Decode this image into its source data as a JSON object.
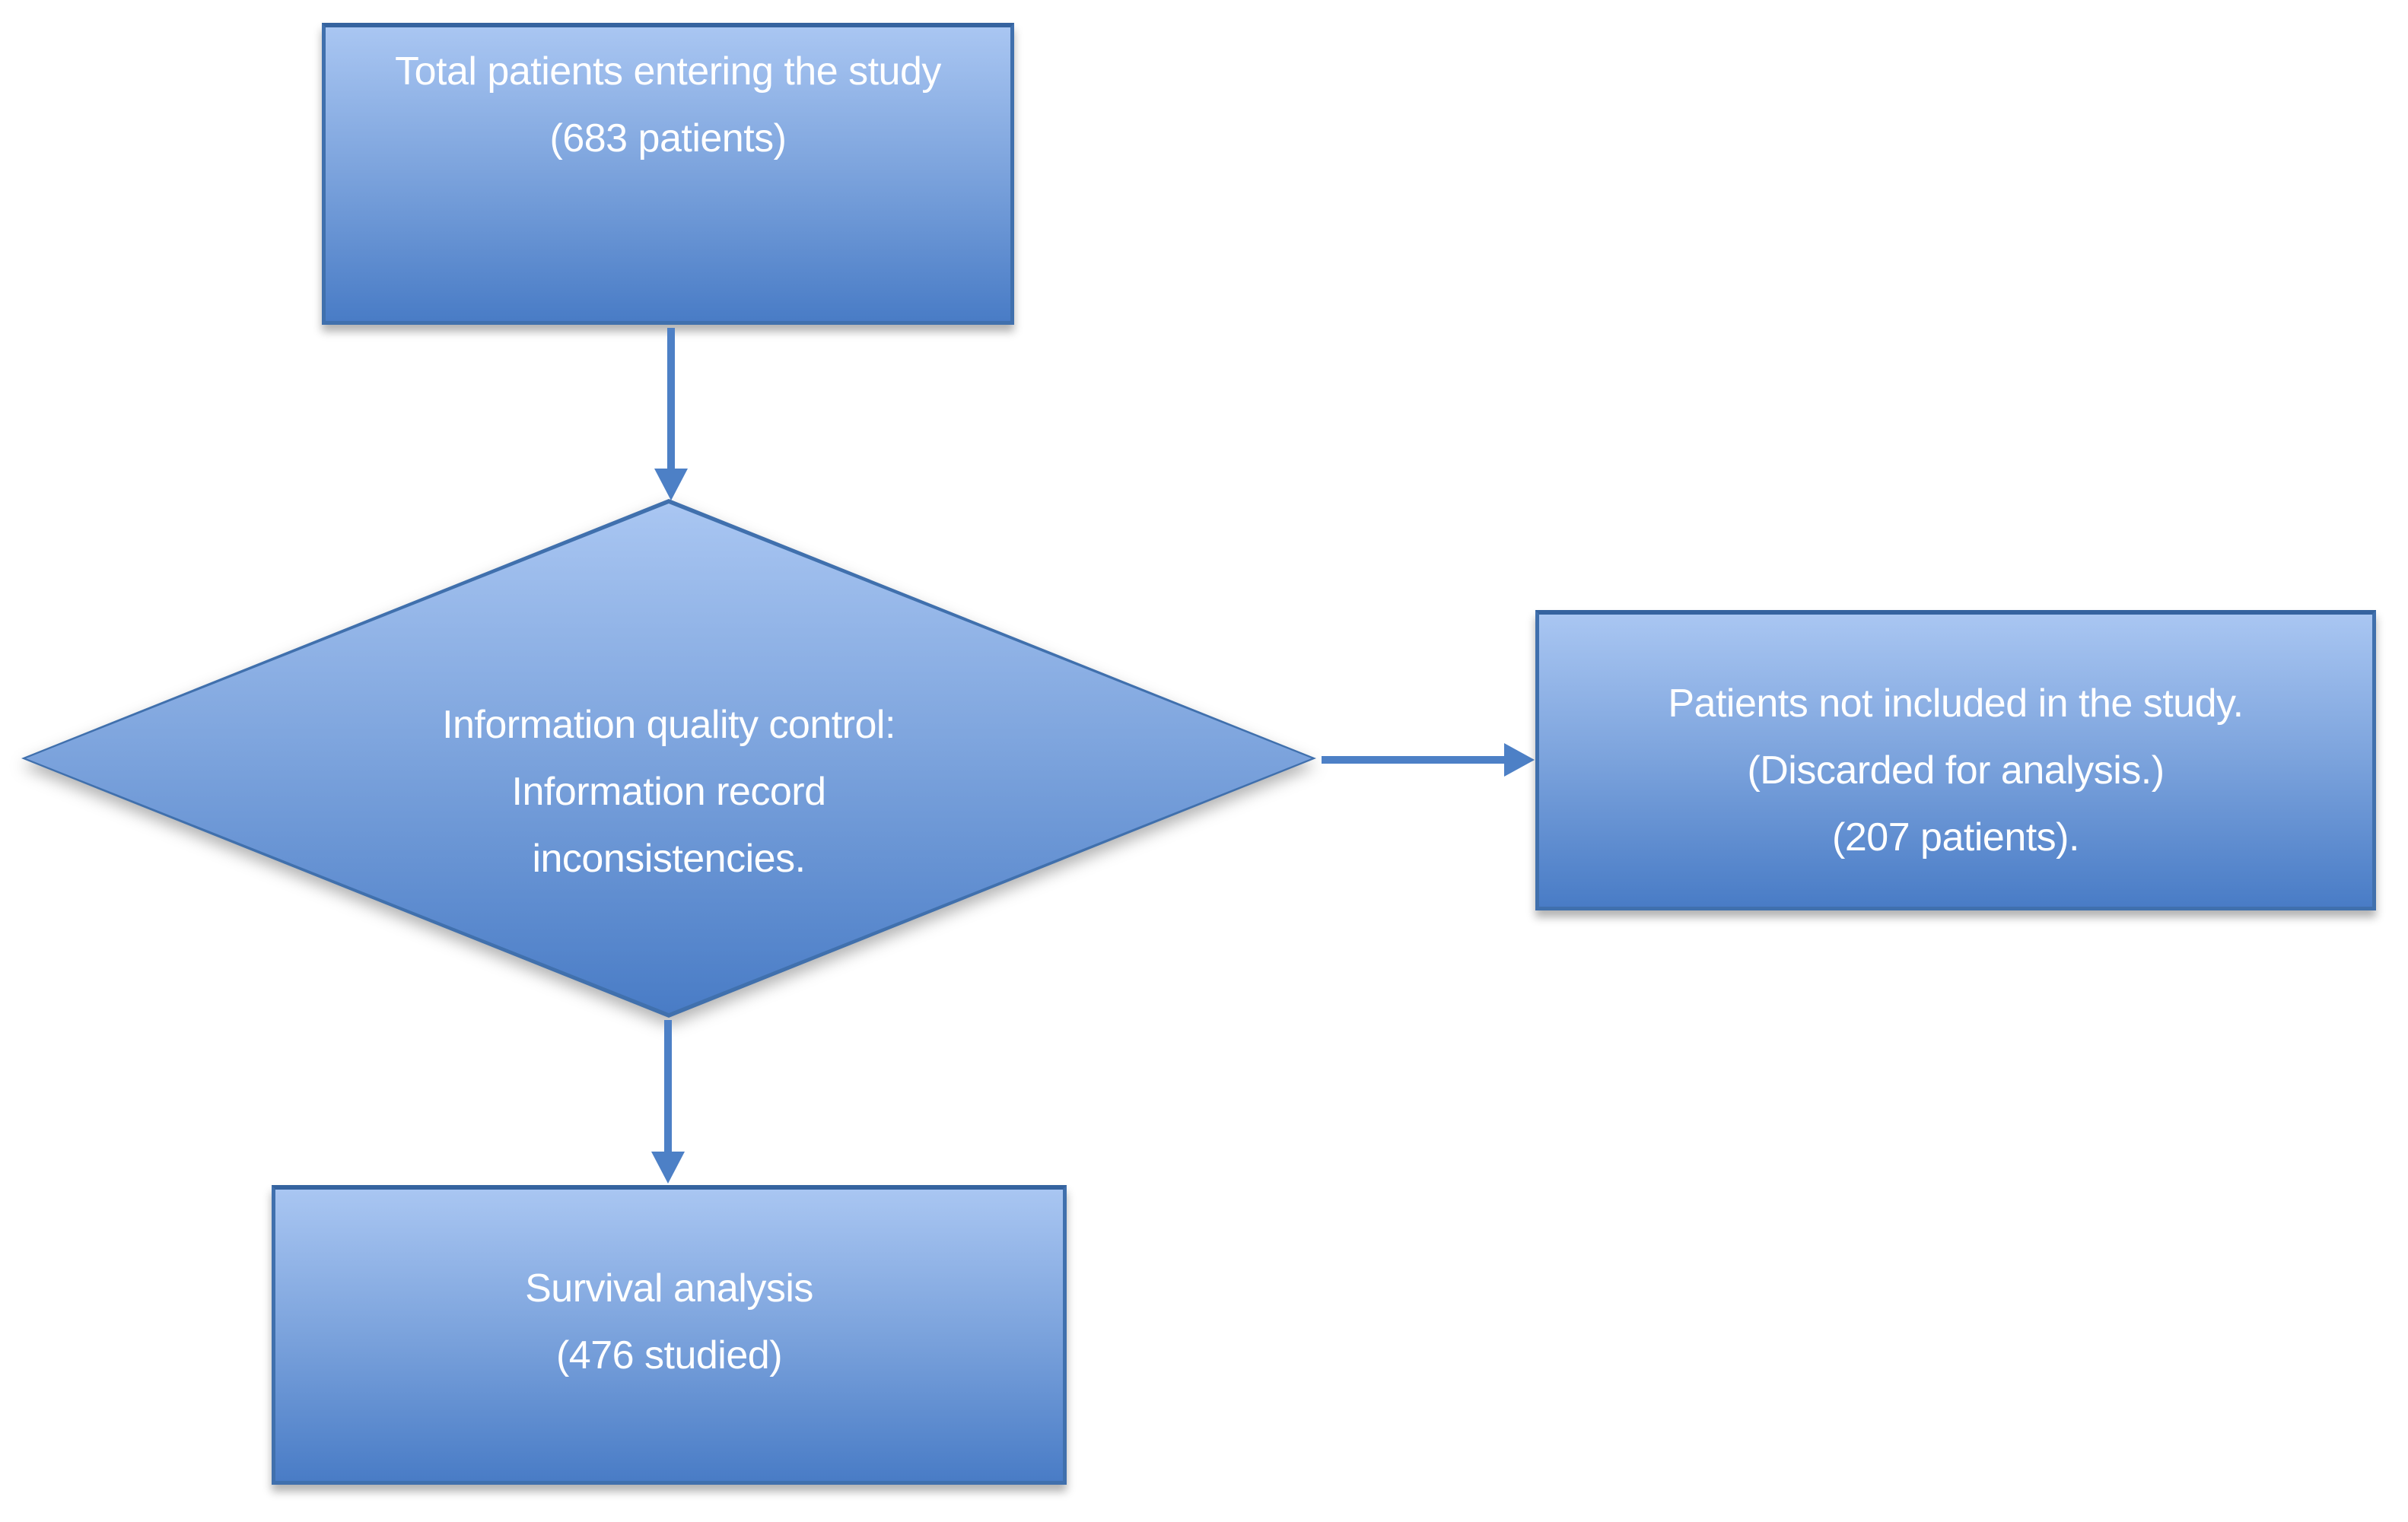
{
  "colors": {
    "background": "#ffffff",
    "fill-top": "#a9c6f2",
    "fill-mid": "#7da4dd",
    "fill-bottom": "#497cc6",
    "border": "#4070ad",
    "border-top": "#35639f",
    "arrow": "#4d80c6",
    "text": "#ffffff"
  },
  "nodes": {
    "total_patients": {
      "type": "rectangle",
      "lines": [
        "Total patients entering the study",
        "(683 patients)"
      ]
    },
    "quality_control": {
      "type": "diamond",
      "lines": [
        "Information quality control:",
        "Information record",
        "inconsistencies."
      ]
    },
    "not_included": {
      "type": "rectangle",
      "lines": [
        "Patients not included in the study.",
        "(Discarded for analysis.)",
        "(207 patients)."
      ]
    },
    "survival_analysis": {
      "type": "rectangle",
      "lines": [
        "Survival analysis",
        "(476 studied)"
      ]
    }
  }
}
